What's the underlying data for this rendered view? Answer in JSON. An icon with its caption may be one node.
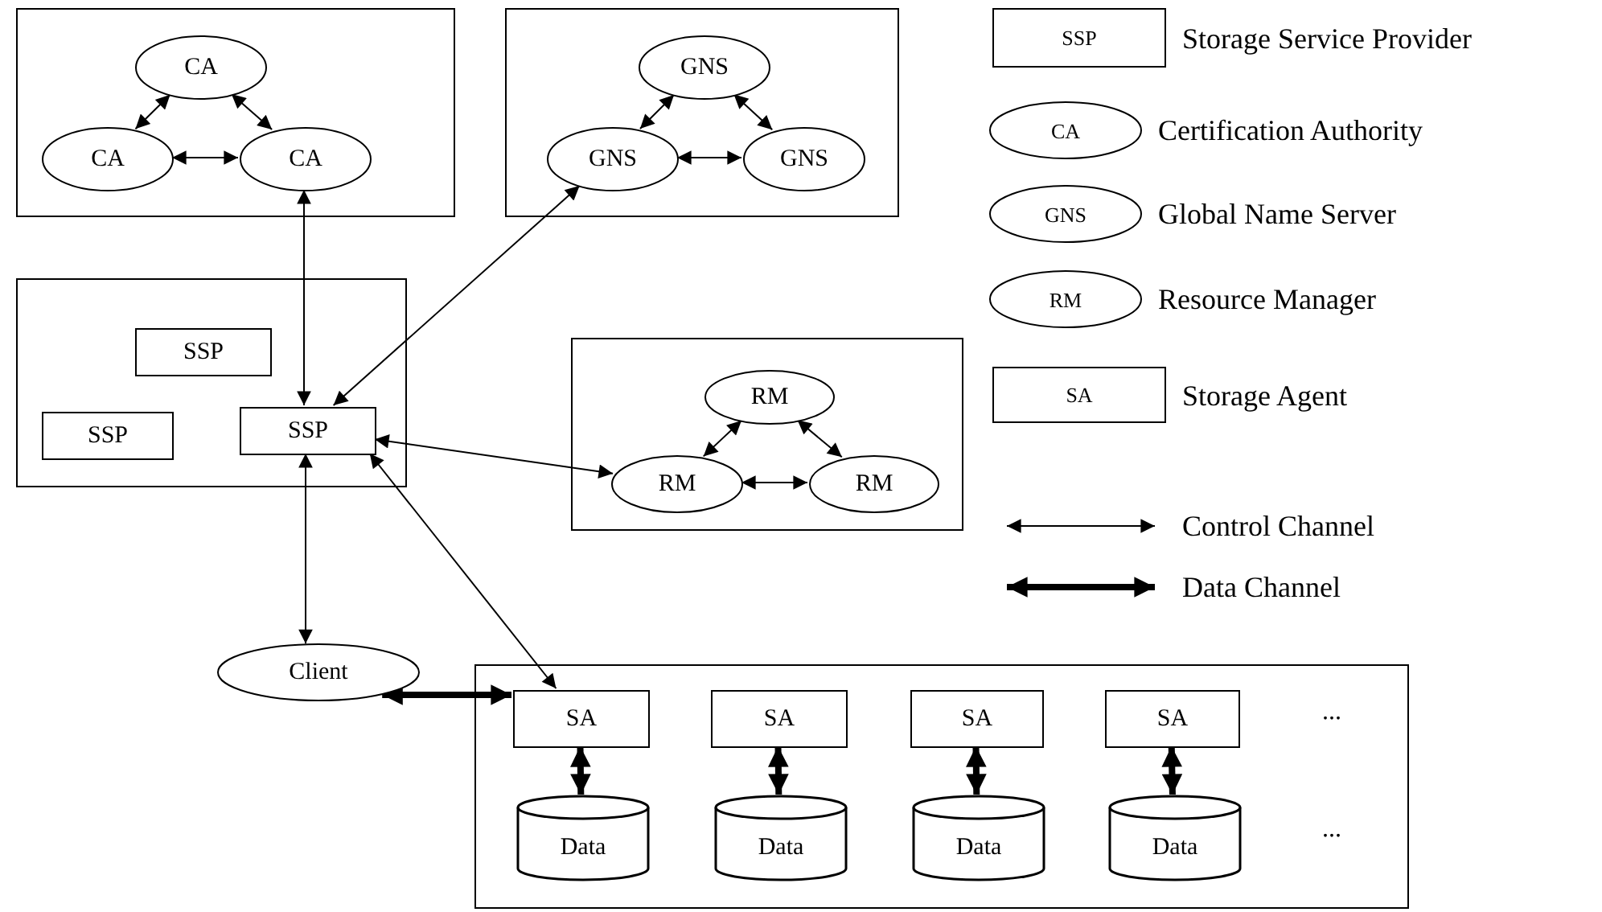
{
  "diagram": {
    "nodes": [
      {
        "text": [],
        "shape": "box"
      },
      {
        "text": [
          "CA"
        ],
        "in": 0
      },
      {
        "text": [
          "CA"
        ],
        "in": 0
      },
      {
        "text": [
          "CA"
        ],
        "in": 0
      },
      {
        "text": [],
        "shape": "box"
      },
      {
        "text": [
          "GNS"
        ],
        "in": 4
      },
      {
        "text": [
          "GNS"
        ],
        "in": 4
      },
      {
        "text": [
          "GNS"
        ],
        "in": 4
      },
      {
        "text": [],
        "shape": "box"
      },
      {
        "text": [
          "SSP"
        ],
        "in": 8
      },
      {
        "text": [
          "SSP"
        ],
        "in": 8
      },
      {
        "text": [
          "SSP"
        ],
        "in": 8
      },
      {
        "text": [],
        "shape": "box"
      },
      {
        "text": [
          "RM"
        ],
        "in": 12
      },
      {
        "text": [
          "RM"
        ],
        "in": 12
      },
      {
        "text": [
          "RM"
        ],
        "in": 12
      },
      {
        "text": [
          "Client"
        ]
      },
      {
        "text": [],
        "shape": "box"
      },
      {
        "text": [
          "SA"
        ],
        "in": 17
      },
      {
        "text": [
          "SA"
        ],
        "in": 17
      },
      {
        "text": [
          "SA"
        ],
        "in": 17
      },
      {
        "text": [
          "SA"
        ],
        "in": 17
      },
      {
        "text": [
          "Data"
        ],
        "in": 17
      },
      {
        "text": [
          "Data"
        ],
        "in": 17
      },
      {
        "text": [
          "Data"
        ],
        "in": 17
      },
      {
        "text": [
          "Data"
        ],
        "in": 17
      },
      {
        "text": [
          "SSP"
        ],
        "beside": [
          "Storage Service Provider"
        ]
      },
      {
        "text": [
          "CA"
        ],
        "beside": [
          "Certification Authority"
        ]
      },
      {
        "text": [
          "GNS"
        ],
        "beside": [
          "Global Name Server"
        ]
      },
      {
        "text": [
          "RM"
        ],
        "beside": [
          "Resource Manager"
        ]
      },
      {
        "text": [
          "SA"
        ],
        "beside": [
          "Storage Agent"
        ]
      }
    ],
    "edges": [
      {
        "from": 1,
        "to": 2,
        "arrow": "both"
      },
      {
        "from": 1,
        "to": 3,
        "arrow": "both"
      },
      {
        "from": 2,
        "to": 3,
        "arrow": "both"
      },
      {
        "from": 5,
        "to": 6,
        "arrow": "both"
      },
      {
        "from": 5,
        "to": 7,
        "arrow": "both"
      },
      {
        "from": 6,
        "to": 7,
        "arrow": "both"
      },
      {
        "from": 13,
        "to": 14,
        "arrow": "both"
      },
      {
        "from": 13,
        "to": 15,
        "arrow": "both"
      },
      {
        "from": 14,
        "to": 15,
        "arrow": "both"
      },
      {
        "from": 3,
        "to": 11,
        "arrow": "both"
      },
      {
        "from": 6,
        "to": 11,
        "arrow": "both"
      },
      {
        "from": 11,
        "to": 14,
        "arrow": "both"
      },
      {
        "from": 11,
        "to": 16,
        "arrow": "both"
      },
      {
        "from": 11,
        "to": 18,
        "arrow": "both"
      },
      {
        "from": 16,
        "to": 18,
        "arrow": "both",
        "style": "thick"
      },
      {
        "from": 18,
        "to": 22,
        "arrow": "both",
        "style": "thick"
      },
      {
        "from": 19,
        "to": 23,
        "arrow": "both",
        "style": "thick"
      },
      {
        "from": 20,
        "to": 24,
        "arrow": "both",
        "style": "thick"
      },
      {
        "from": 21,
        "to": 25,
        "arrow": "both",
        "style": "thick"
      }
    ],
    "labels": [
      "...",
      "..."
    ],
    "legend": [
      {
        "text": "Control Channel"
      },
      {
        "text": "Data Channel"
      }
    ]
  }
}
